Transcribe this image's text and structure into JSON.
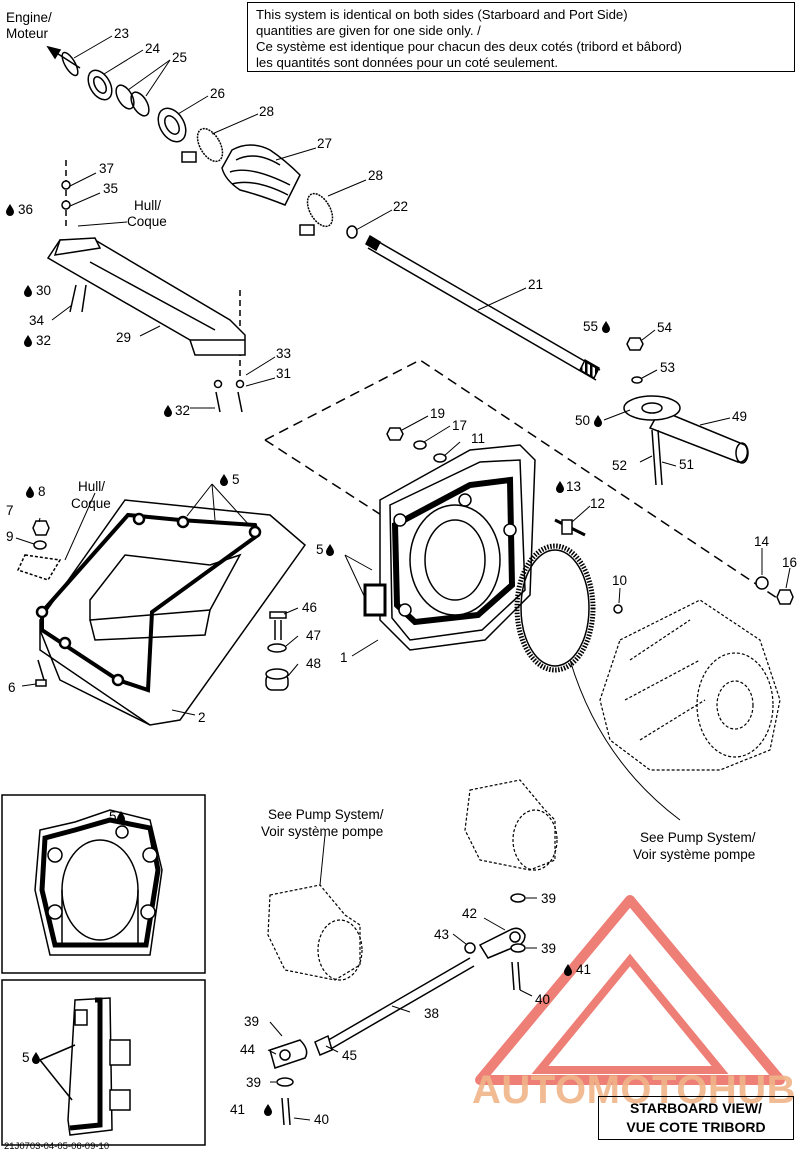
{
  "notice": {
    "line1": "This system is identical on both sides (Starboard and Port Side)",
    "line2": "quantities are given for one side only. /",
    "line3": "Ce système est identique pour chacun des deux cotés (tribord et bâbord)",
    "line4": "les quantités sont données pour un coté seulement."
  },
  "view_label": {
    "line1": "STARBOARD VIEW/",
    "line2": "VUE COTE TRIBORD"
  },
  "drawing_code": "21J0703-04-05-06-09-10",
  "watermark": {
    "text": "AUTOMOTOHUB",
    "accent": "#e8554a",
    "text_color": "#f0b488"
  },
  "labels": {
    "engine": [
      "Engine/",
      "Moteur"
    ],
    "hull_top": [
      "Hull/",
      "Coque"
    ],
    "hull_left": [
      "Hull/",
      "Coque"
    ],
    "see_pump_left": [
      "See Pump System/",
      "Voir système pompe"
    ],
    "see_pump_right": [
      "See Pump System/",
      "Voir système pompe"
    ]
  },
  "callouts": [
    {
      "id": "c23",
      "text": "23"
    },
    {
      "id": "c24",
      "text": "24"
    },
    {
      "id": "c25",
      "text": "25"
    },
    {
      "id": "c26",
      "text": "26"
    },
    {
      "id": "c28a",
      "text": "28"
    },
    {
      "id": "c27",
      "text": "27"
    },
    {
      "id": "c28b",
      "text": "28"
    },
    {
      "id": "c22",
      "text": "22"
    },
    {
      "id": "c37",
      "text": "37"
    },
    {
      "id": "c35",
      "text": "35"
    },
    {
      "id": "c36",
      "text": "36"
    },
    {
      "id": "c30",
      "text": "30"
    },
    {
      "id": "c34",
      "text": "34"
    },
    {
      "id": "c32a",
      "text": "32"
    },
    {
      "id": "c29",
      "text": "29"
    },
    {
      "id": "c33",
      "text": "33"
    },
    {
      "id": "c31",
      "text": "31"
    },
    {
      "id": "c32b",
      "text": "32"
    },
    {
      "id": "c21",
      "text": "21"
    },
    {
      "id": "c55",
      "text": "55"
    },
    {
      "id": "c54",
      "text": "54"
    },
    {
      "id": "c53",
      "text": "53"
    },
    {
      "id": "c50",
      "text": "50"
    },
    {
      "id": "c49",
      "text": "49"
    },
    {
      "id": "c52",
      "text": "52"
    },
    {
      "id": "c51",
      "text": "51"
    },
    {
      "id": "c19",
      "text": "19"
    },
    {
      "id": "c17",
      "text": "17"
    },
    {
      "id": "c11",
      "text": "11"
    },
    {
      "id": "c13",
      "text": "13"
    },
    {
      "id": "c12",
      "text": "12"
    },
    {
      "id": "c8",
      "text": "8"
    },
    {
      "id": "c5a",
      "text": "5"
    },
    {
      "id": "c7",
      "text": "7"
    },
    {
      "id": "c9",
      "text": "9"
    },
    {
      "id": "c5b",
      "text": "5"
    },
    {
      "id": "c14",
      "text": "14"
    },
    {
      "id": "c16",
      "text": "16"
    },
    {
      "id": "c10",
      "text": "10"
    },
    {
      "id": "c46",
      "text": "46"
    },
    {
      "id": "c47",
      "text": "47"
    },
    {
      "id": "c48",
      "text": "48"
    },
    {
      "id": "c1",
      "text": "1"
    },
    {
      "id": "c6",
      "text": "6"
    },
    {
      "id": "c2",
      "text": "2"
    },
    {
      "id": "c5c",
      "text": "5"
    },
    {
      "id": "c5d",
      "text": "5"
    },
    {
      "id": "c39a",
      "text": "39"
    },
    {
      "id": "c42",
      "text": "42"
    },
    {
      "id": "c43",
      "text": "43"
    },
    {
      "id": "c39b",
      "text": "39"
    },
    {
      "id": "c41a",
      "text": "41"
    },
    {
      "id": "c40a",
      "text": "40"
    },
    {
      "id": "c38",
      "text": "38"
    },
    {
      "id": "c39c",
      "text": "39"
    },
    {
      "id": "c44",
      "text": "44"
    },
    {
      "id": "c45",
      "text": "45"
    },
    {
      "id": "c39d",
      "text": "39"
    },
    {
      "id": "c41b",
      "text": "41"
    },
    {
      "id": "c40b",
      "text": "40"
    }
  ]
}
